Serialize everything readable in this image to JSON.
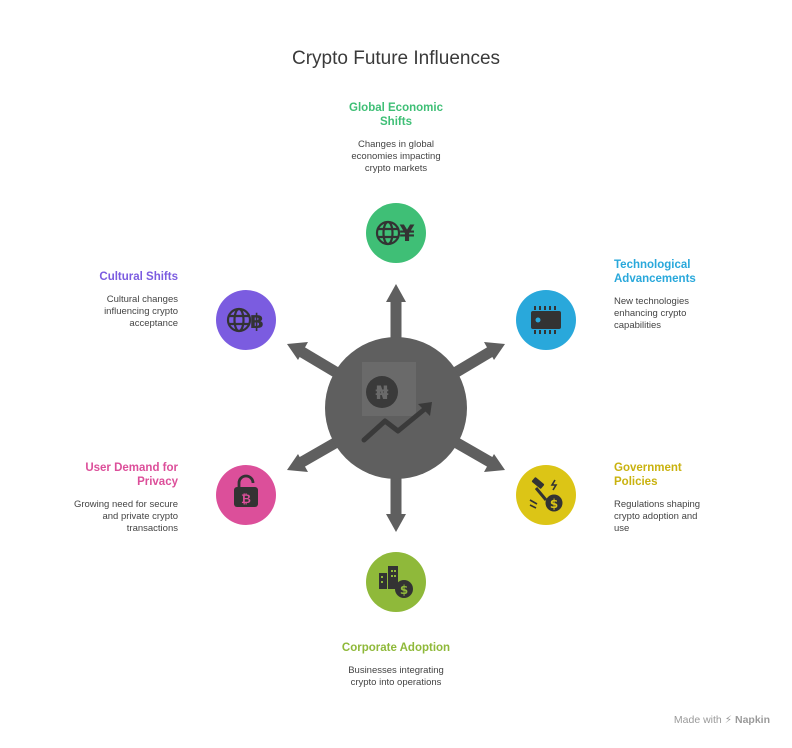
{
  "title": "Crypto Future Influences",
  "nodes": [
    {
      "id": "global",
      "heading": "Global Economic Shifts",
      "description": "Changes in global economies impacting crypto markets",
      "color": "#3fbf76",
      "icon": "globe-yen-icon"
    },
    {
      "id": "tech",
      "heading": "Technological Advancements",
      "description": "New technologies enhancing crypto capabilities",
      "color": "#29a8db",
      "icon": "chip-icon"
    },
    {
      "id": "gov",
      "heading": "Government Policies",
      "description": "Regulations shaping crypto adoption and use",
      "color": "#dcc516",
      "icon": "gavel-dollar-icon"
    },
    {
      "id": "corp",
      "heading": "Corporate Adoption",
      "description": "Businesses integrating crypto into operations",
      "color": "#8fb93a",
      "icon": "building-dollar-icon"
    },
    {
      "id": "privacy",
      "heading": "User Demand for Privacy",
      "description": "Growing need for secure and private crypto transactions",
      "color": "#dc4f9a",
      "icon": "lock-bitcoin-icon"
    },
    {
      "id": "cultural",
      "heading": "Cultural Shifts",
      "description": "Cultural changes influencing crypto acceptance",
      "color": "#7b5ce0",
      "icon": "globe-bitcoin-icon"
    }
  ],
  "hub": {
    "color": "#5f5f5f",
    "icon": "naira-trend-icon"
  },
  "footer": {
    "made_with": "Made with",
    "brand": "Napkin"
  }
}
